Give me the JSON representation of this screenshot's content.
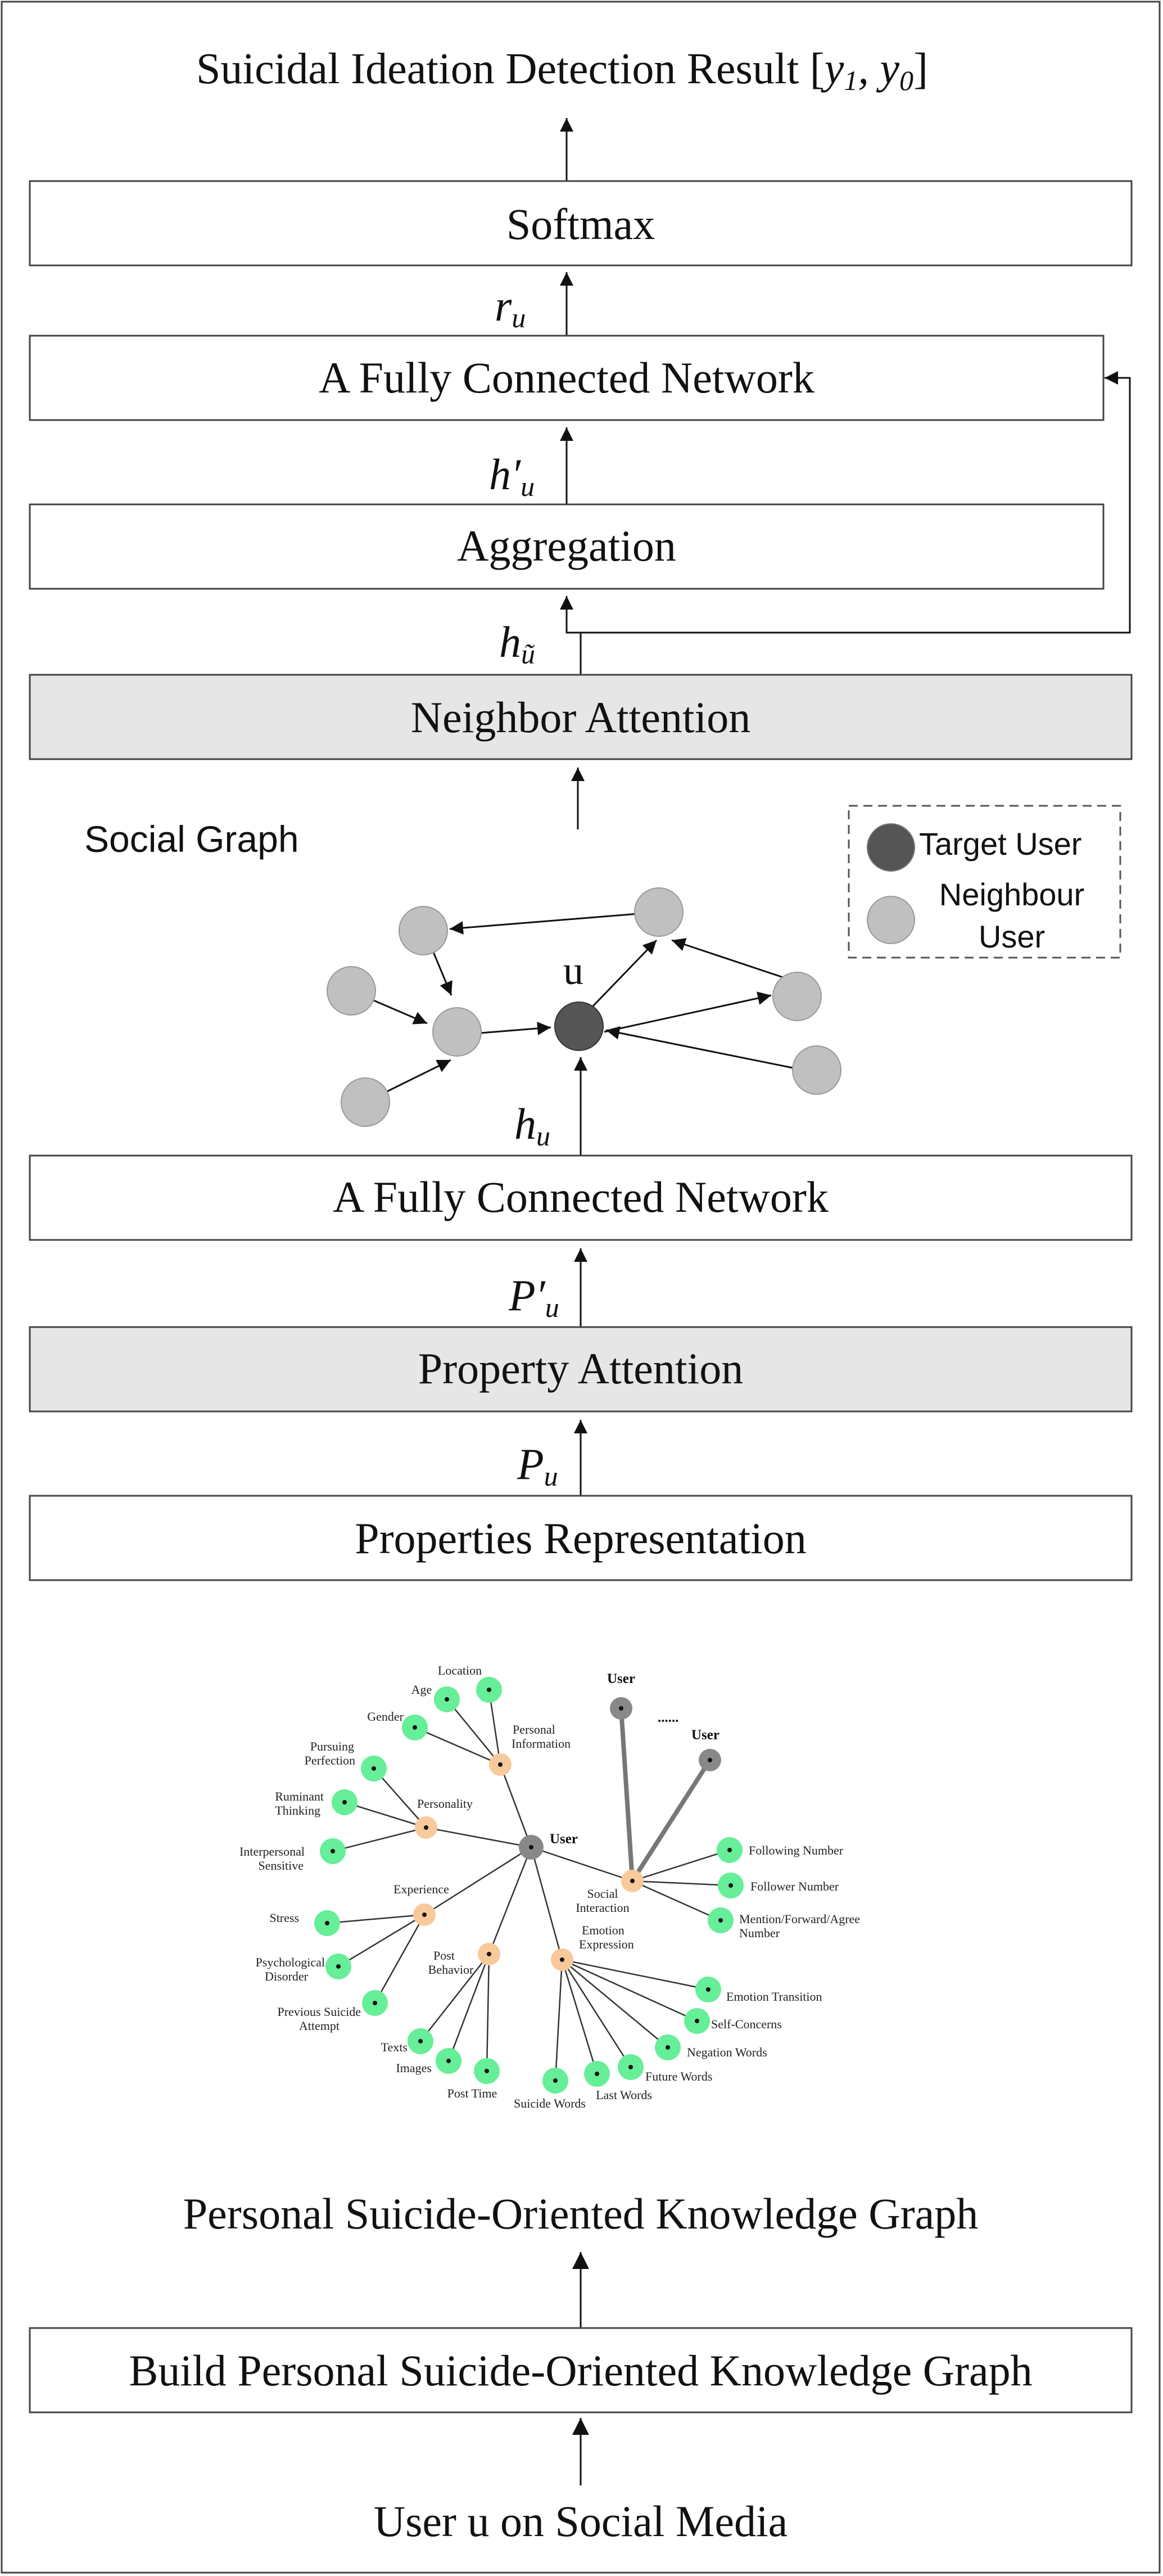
{
  "title": {
    "prefix": "Suicidal Ideation Detection Result [",
    "y1": "y",
    "y1_sub": "1",
    "sep": ", ",
    "y0": "y",
    "y0_sub": "0",
    "suffix": "]"
  },
  "boxes": {
    "softmax": "Softmax",
    "fc_top": "A Fully Connected Network",
    "aggregation": "Aggregation",
    "neighbor_attention": "Neighbor Attention",
    "fc_bottom": "A Fully Connected Network",
    "property_attention": "Property Attention",
    "properties_representation": "Properties Representation",
    "build_kg": "Build Personal Suicide-Oriented Knowledge Graph"
  },
  "vars": {
    "r": {
      "main": "r",
      "sub": "u"
    },
    "h_prime": {
      "main": "h′",
      "sub": "u"
    },
    "h_tilde": {
      "main": "h",
      "sub": "ũ"
    },
    "h_u": {
      "main": "h",
      "sub": "u"
    },
    "p_prime": {
      "main": "P′",
      "sub": "u"
    },
    "p_u": {
      "main": "P",
      "sub": "u"
    }
  },
  "social_graph": {
    "title": "Social Graph",
    "target_label": "u",
    "legend": {
      "target": "Target User",
      "neighbour_line1": "Neighbour",
      "neighbour_line2": "User"
    }
  },
  "knowledge_graph": {
    "center": "User",
    "categories": {
      "personal_information": [
        "Personal",
        "Information"
      ],
      "personality": [
        "Personality"
      ],
      "experience": [
        "Experience"
      ],
      "post_behavior": [
        "Post",
        "Behavior"
      ],
      "emotion_expression": [
        "Emotion",
        "Expression"
      ],
      "social_interaction": [
        "Social",
        "Interaction"
      ]
    },
    "leaves": {
      "location": [
        "Location"
      ],
      "age": [
        "Age"
      ],
      "gender": [
        "Gender"
      ],
      "pursuing_perfection": [
        "Pursuing",
        "Perfection"
      ],
      "ruminant_thinking": [
        "Ruminant",
        "Thinking"
      ],
      "interpersonal_sensitive": [
        "Interpersonal",
        "Sensitive"
      ],
      "stress": [
        "Stress"
      ],
      "psychological_disorder": [
        "Psychological",
        "Disorder"
      ],
      "previous_suicide_attempt": [
        "Previous Suicide",
        "Attempt"
      ],
      "texts": [
        "Texts"
      ],
      "images": [
        "Images"
      ],
      "post_time": [
        "Post Time"
      ],
      "suicide_words": [
        "Suicide Words"
      ],
      "last_words": [
        "Last Words"
      ],
      "future_words": [
        "Future Words"
      ],
      "negation_words": [
        "Negation Words"
      ],
      "self_concerns": [
        "Self-Concerns"
      ],
      "emotion_transition": [
        "Emotion Transition"
      ],
      "following_number": [
        "Following Number"
      ],
      "follower_number": [
        "Follower Number"
      ],
      "mention_forward_agree": [
        "Mention/Forward/Agree",
        "Number"
      ]
    },
    "other_user_1": "User",
    "other_user_2": "User",
    "ellipsis": "......"
  },
  "kg_caption": "Personal Suicide-Oriented Knowledge Graph",
  "bottom_label": "User u on Social Media",
  "colors": {
    "box_fill": "#ffffff",
    "shaded_box_fill": "#e6e6e6",
    "target_user": "#555555",
    "neighbour_user": "#c0c0c0",
    "kg_leaf": "#66ee99",
    "kg_category": "#f8c99a",
    "kg_user": "#888888"
  }
}
